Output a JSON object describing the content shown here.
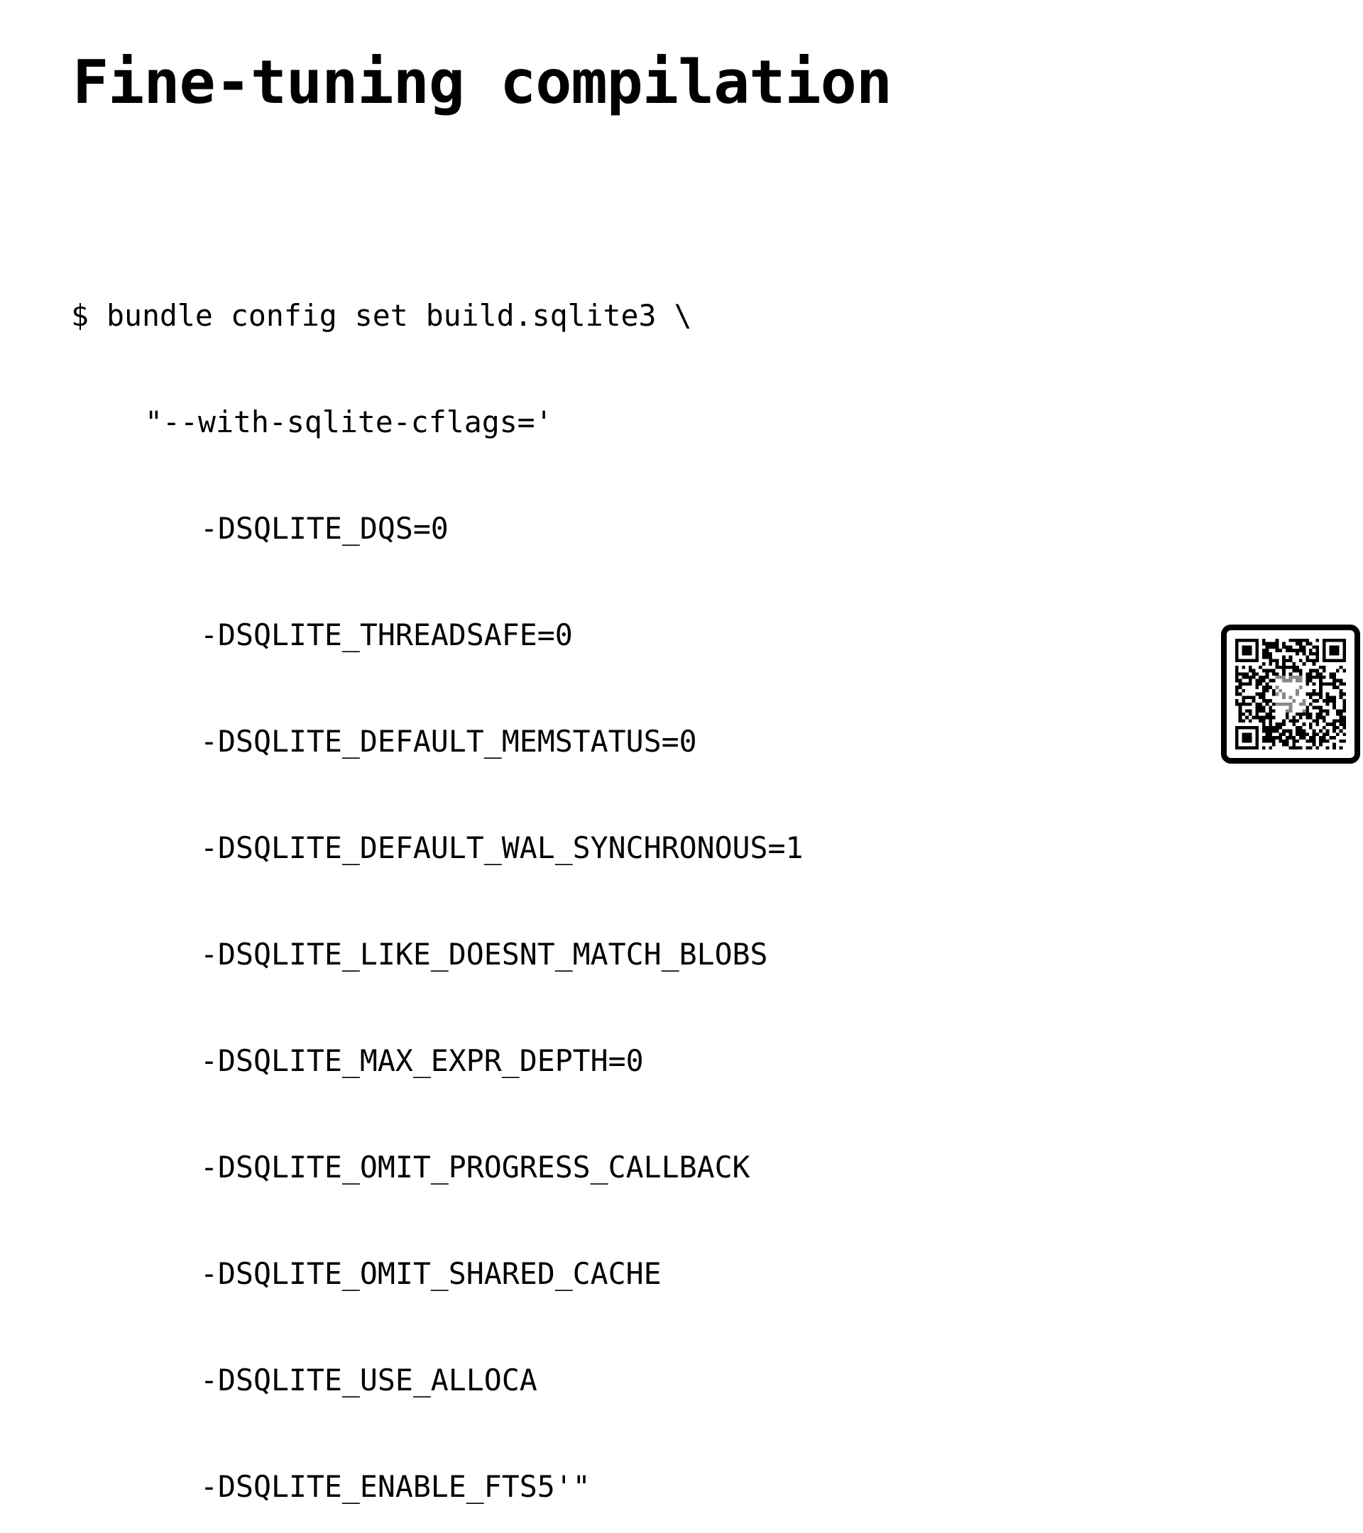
{
  "slide": {
    "title": "Fine-tuning compilation"
  },
  "code": {
    "lines": [
      "$ bundle config set build.sqlite3 \\",
      "\"--with-sqlite-cflags='",
      "-DSQLITE_DQS=0",
      "-DSQLITE_THREADSAFE=0",
      "-DSQLITE_DEFAULT_MEMSTATUS=0",
      "-DSQLITE_DEFAULT_WAL_SYNCHRONOUS=1",
      "-DSQLITE_LIKE_DOESNT_MATCH_BLOBS",
      "-DSQLITE_MAX_EXPR_DEPTH=0",
      "-DSQLITE_OMIT_PROGRESS_CALLBACK",
      "-DSQLITE_OMIT_SHARED_CACHE",
      "-DSQLITE_USE_ALLOCA",
      "-DSQLITE_ENABLE_FTS5'\""
    ]
  },
  "qr": {
    "icon": "qr-code-icon",
    "foreground": "#000000",
    "background": "#ffffff",
    "center_mark": "#888888"
  }
}
